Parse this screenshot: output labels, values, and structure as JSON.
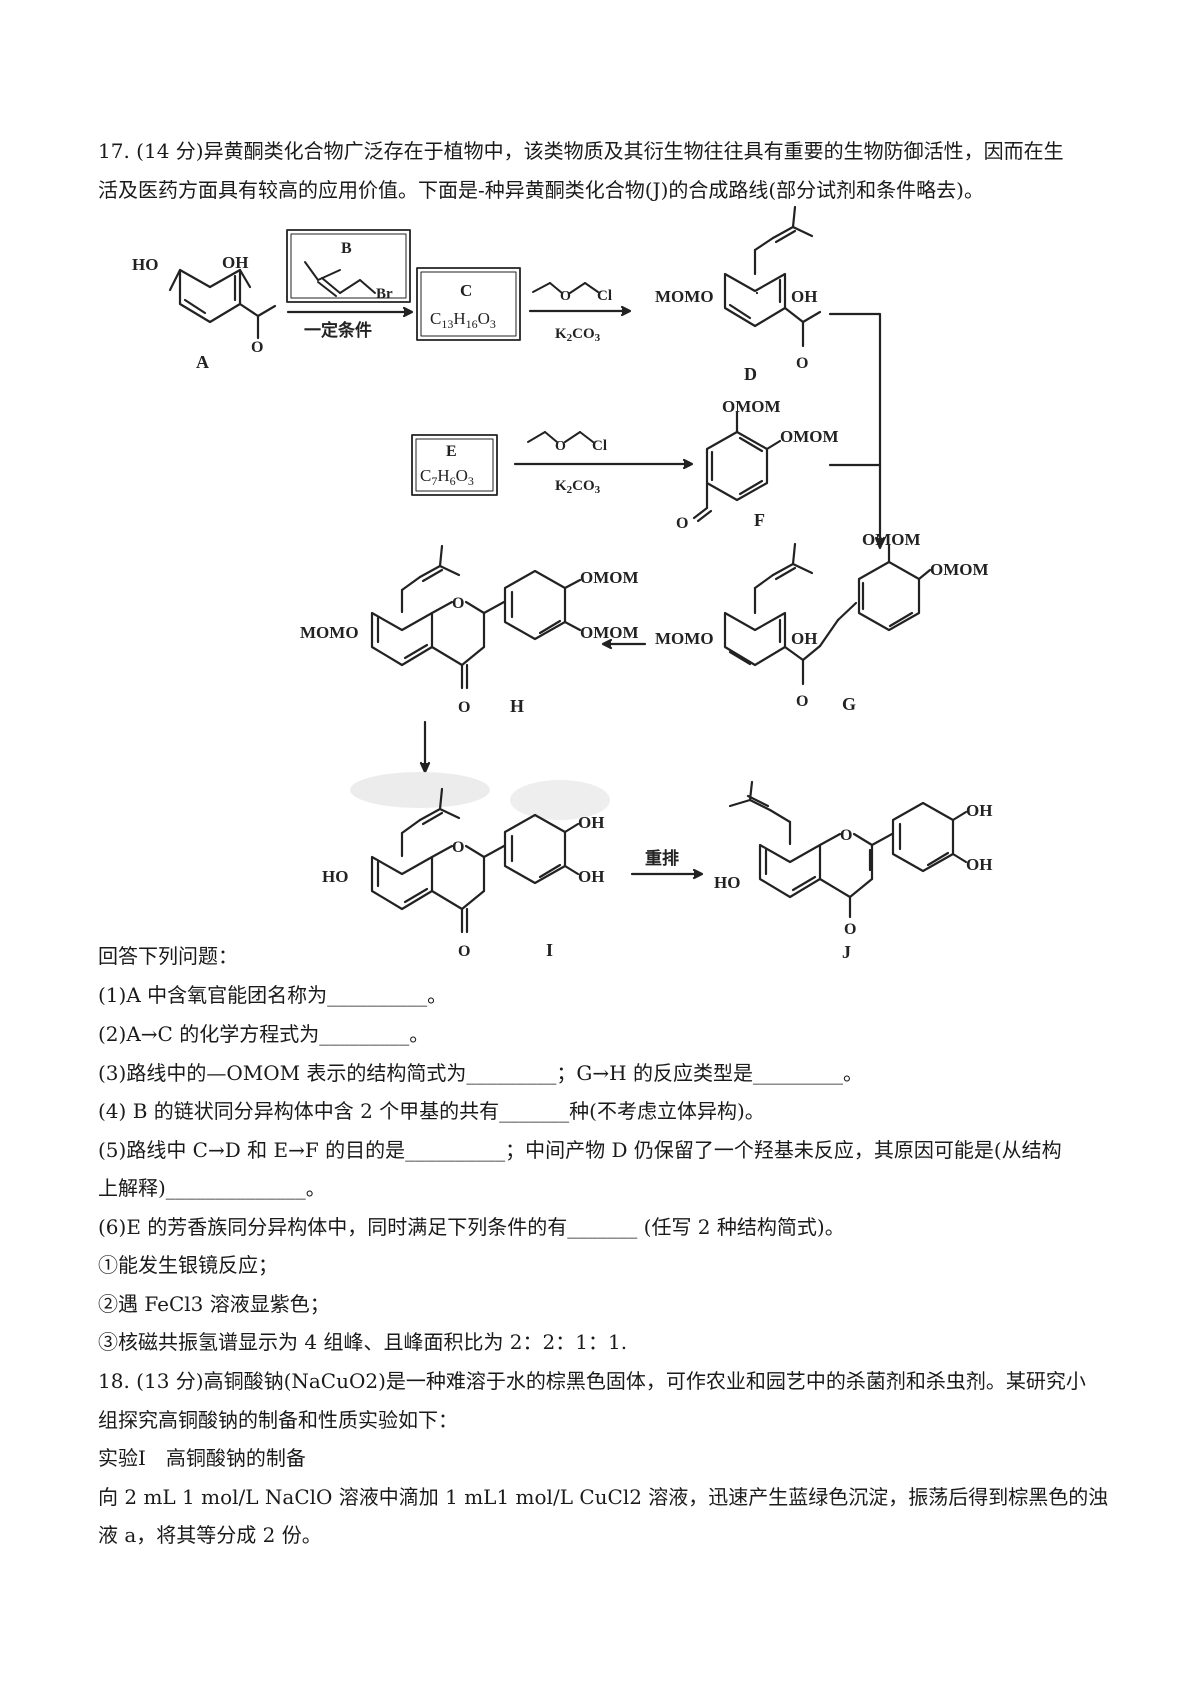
{
  "q17": {
    "intro_line1": "17. (14 分)异黄酮类化合物广泛存在于植物中，该类物质及其衍生物往往具有重要的生物防御活性，因而在生",
    "intro_line2": "活及医药方面具有较高的应用价值。下面是-种异黄酮类化合物(J)的合成路线(部分试剂和条件略去)。",
    "scheme": {
      "A": {
        "label": "A",
        "ho1": "HO",
        "oh1": "OH"
      },
      "B": {
        "label": "B",
        "br": "Br"
      },
      "cond1": "一定条件",
      "C": {
        "label": "C",
        "formula": "C13H16O3"
      },
      "reagent_cl": "Cl",
      "k2co3": "K2CO3",
      "D": {
        "label": "D",
        "momo": "MOMO",
        "oh": "OH"
      },
      "E": {
        "label": "E",
        "formula": "C7H6O3"
      },
      "F": {
        "label": "F",
        "omom1": "OMOM",
        "omom2": "OMOM"
      },
      "G": {
        "label": "G",
        "momo": "MOMO",
        "oh": "OH",
        "omom1": "OMOM",
        "omom2": "OMOM"
      },
      "H": {
        "label": "H",
        "momo": "MOMO",
        "o": "O",
        "omom1": "OMOM",
        "omom2": "OMOM"
      },
      "I": {
        "label": "I",
        "ho": "HO",
        "o": "O",
        "oh1": "OH",
        "oh2": "OH"
      },
      "rearrange": "重排",
      "J": {
        "label": "J",
        "ho": "HO",
        "o": "O",
        "oh1": "OH",
        "oh2": "OH"
      }
    },
    "answer_intro": "回答下列问题：",
    "questions": [
      "(1)A 中含氧官能团名称为__________。",
      "(2)A→C 的化学方程式为_________。",
      "(3)路线中的—OMOM 表示的结构简式为_________；G→H 的反应类型是_________。",
      "(4) B 的链状同分异构体中含 2 个甲基的共有_______种(不考虑立体异构)。",
      "(5)路线中 C→D 和 E→F 的目的是__________；中间产物 D 仍保留了一个羟基未反应，其原因可能是(从结构",
      "上解释)______________。",
      "(6)E 的芳香族同分异构体中，同时满足下列条件的有_______ (任写 2 种结构简式)。",
      "①能发生银镜反应；",
      "②遇 FeCl3 溶液显紫色；",
      "③核磁共振氢谱显示为 4 组峰、且峰面积比为 2：2：1：1."
    ]
  },
  "q18": {
    "intro_line1": "18. (13 分)高铜酸钠(NaCuO2)是一种难溶于水的棕黑色固体，可作农业和园艺中的杀菌剂和杀虫剂。某研究小",
    "intro_line2": "组探究高铜酸钠的制备和性质实验如下：",
    "exp_title": "实验Ⅰ　高铜酸钠的制备",
    "exp_line1": "向 2 mL 1 mol/L NaClO 溶液中滴加 1 mL1 mol/L CuCl2 溶液，迅速产生蓝绿色沉淀，振荡后得到棕黑色的浊",
    "exp_line2": "液 a，将其等分成 2 份。"
  }
}
